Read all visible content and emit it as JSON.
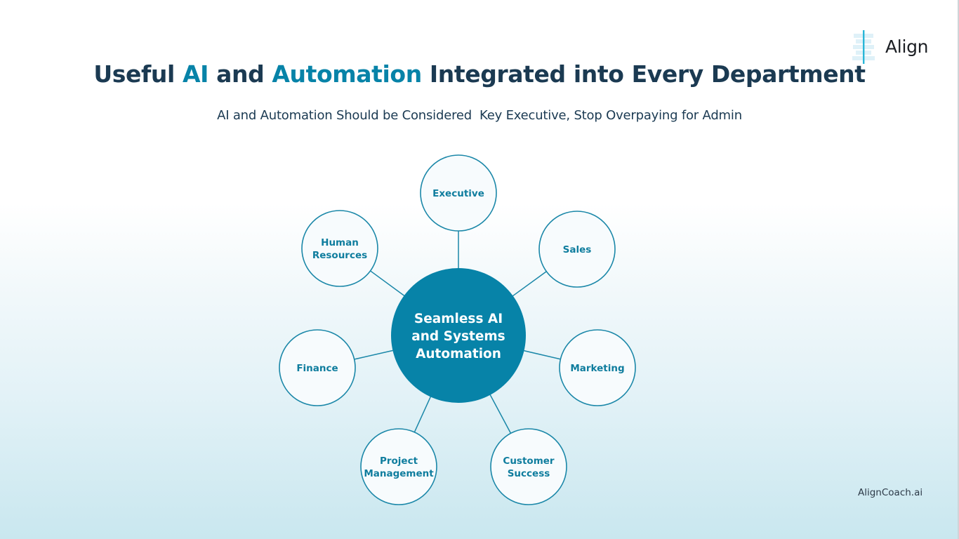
{
  "logo": {
    "text": "Align",
    "icon": "align-brick-logo-icon"
  },
  "title": {
    "parts": [
      {
        "text": "Useful ",
        "highlight": false
      },
      {
        "text": "AI",
        "highlight": true
      },
      {
        "text": " and ",
        "highlight": false
      },
      {
        "text": "Automation",
        "highlight": true
      },
      {
        "text": " Integrated into Every Department",
        "highlight": false
      }
    ]
  },
  "subtitle": "AI and Automation Should be Considered  Key Executive, Stop Overpaying for Admin",
  "diagram": {
    "center": {
      "lines": [
        "Seamless AI",
        "and Systems",
        "Automation"
      ]
    },
    "nodes": [
      {
        "id": "executive",
        "lines": [
          "Executive"
        ]
      },
      {
        "id": "sales",
        "lines": [
          "Sales"
        ]
      },
      {
        "id": "marketing",
        "lines": [
          "Marketing"
        ]
      },
      {
        "id": "customer-success",
        "lines": [
          "Customer",
          "Success"
        ]
      },
      {
        "id": "project-management",
        "lines": [
          "Project",
          "Management"
        ]
      },
      {
        "id": "finance",
        "lines": [
          "Finance"
        ]
      },
      {
        "id": "human-resources",
        "lines": [
          "Human",
          "Resources"
        ]
      }
    ]
  },
  "footer": "AlignCoach.ai",
  "colors": {
    "accent": "#0783a8",
    "title_dark": "#1b3a52",
    "node_fill": "#f7fbfd",
    "node_stroke": "#1a87a8",
    "center_fill": "#0783a8",
    "node_text": "#0f7d9e",
    "logo_bar": "#29b6d8",
    "logo_bricks": "#dff1f8"
  }
}
